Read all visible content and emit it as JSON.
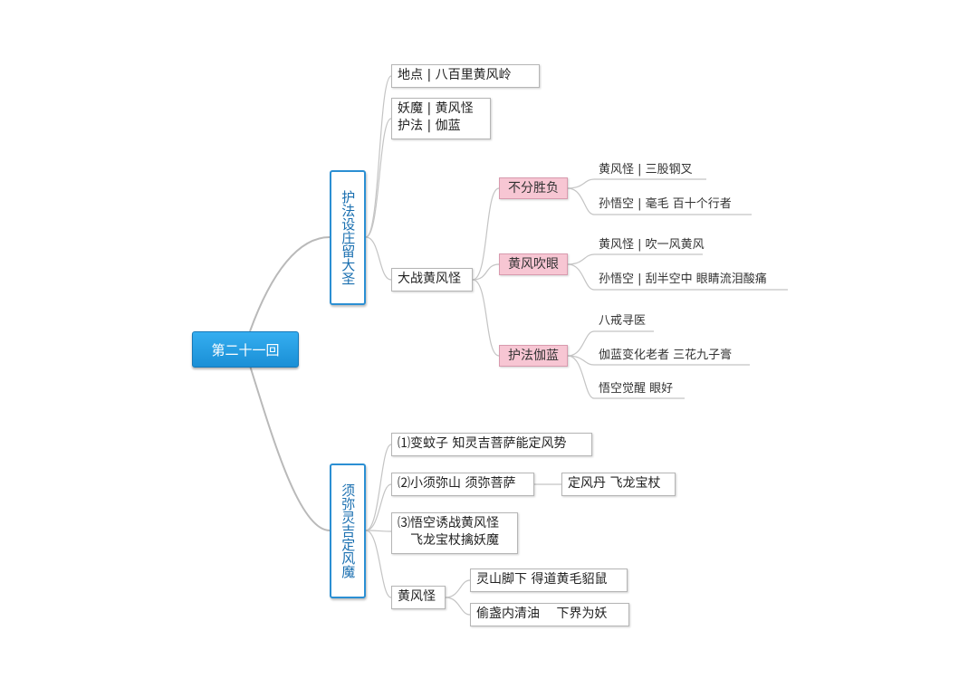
{
  "root": {
    "label": "第二十一回"
  },
  "branch1": {
    "title": "护法设庄留大圣",
    "location": "地点 | 八百里黄风岭",
    "roles": [
      "妖魔 | 黄风怪",
      "护法 | 伽蓝"
    ],
    "battle": "大战黄风怪",
    "sub": [
      {
        "label": "不分胜负",
        "items": [
          "黄风怪 | 三股钢叉",
          "孙悟空 | 毫毛 百十个行者"
        ]
      },
      {
        "label": "黄风吹眼",
        "items": [
          "黄风怪 | 吹一风黄风",
          "孙悟空 | 刮半空中 眼睛流泪酸痛"
        ]
      },
      {
        "label": "护法伽蓝",
        "items": [
          "八戒寻医",
          "伽蓝变化老者 三花九子膏",
          "悟空觉醒 眼好"
        ]
      }
    ]
  },
  "branch2": {
    "title": "须弥灵吉定风魔",
    "step1": "⑴变蚊子 知灵吉菩萨能定风势",
    "step2": "⑵小须弥山 须弥菩萨",
    "step2_child": "定风丹 飞龙宝杖",
    "step3": [
      "⑶悟空诱战黄风怪",
      "飞龙宝杖擒妖魔"
    ],
    "monster": "黄风怪",
    "monster_items": [
      "灵山脚下 得道黄毛貂鼠",
      "偷盏内清油　 下界为妖"
    ]
  }
}
